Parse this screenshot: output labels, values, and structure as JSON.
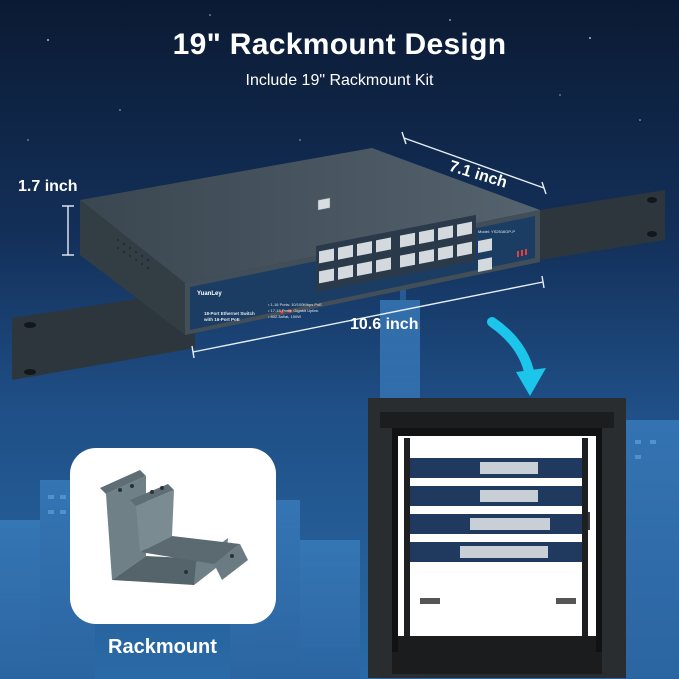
{
  "title": "19\" Rackmount Design",
  "subtitle": "Include 19\" Rackmount Kit",
  "dimensions": {
    "height": "1.7 inch",
    "depth": "7.1 inch",
    "width": "10.6 inch"
  },
  "kit_label": "Rackmount",
  "panel": {
    "brand": "YuanLey",
    "model": "Model: YS2516GP-P",
    "description_line1": "18-Port Ethernet Switch",
    "description_line2": "with 16-Port PoE",
    "spec_line1": "• 1-16 Ports: 10/100Mbps PoE",
    "spec_line2": "• 17-18 Ports: Gigabit Uplink",
    "spec_line3": "• 802.3af/at, 150W"
  },
  "colors": {
    "title": "#ffffff",
    "arrow": "#1bc6ea",
    "switch_body": "#47555f",
    "panel": "#1c3d63"
  }
}
